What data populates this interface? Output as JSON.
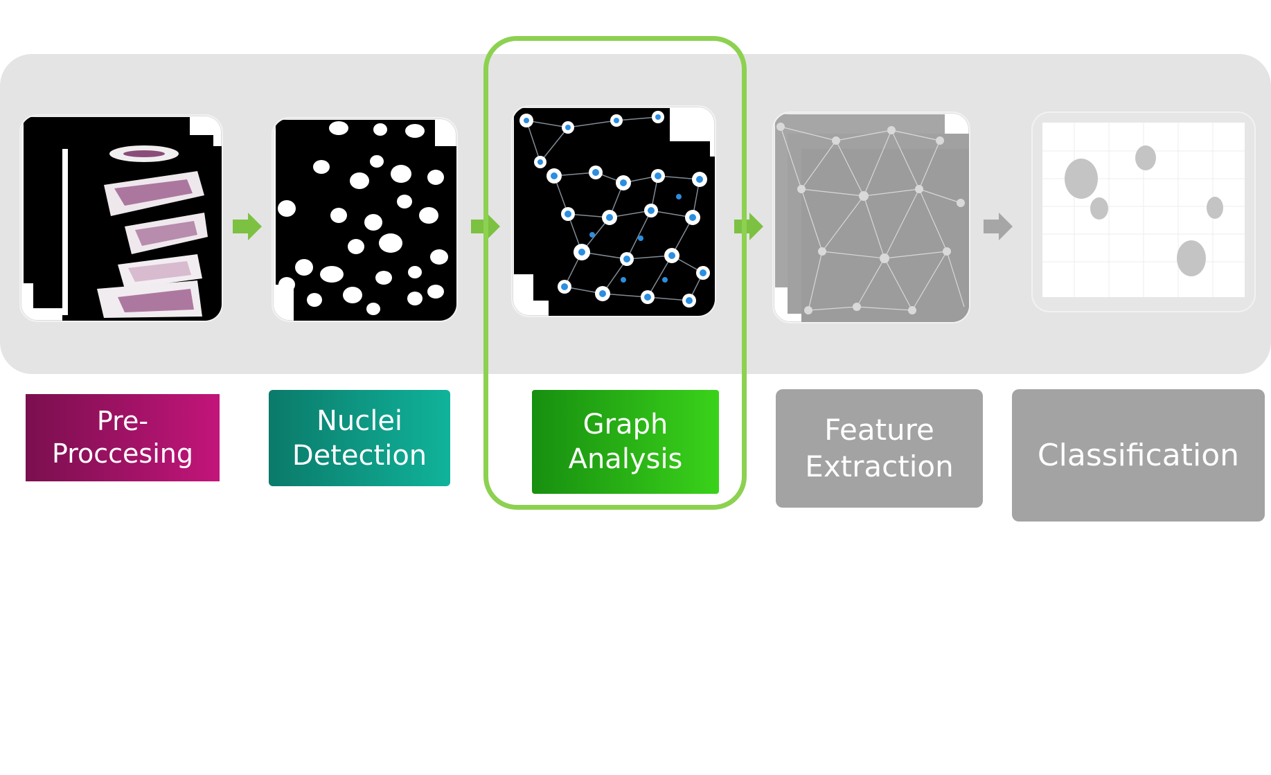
{
  "diagram": {
    "stages": [
      {
        "name": "pre-processing",
        "label": "Pre-\nProccesing",
        "color": "#a1125f"
      },
      {
        "name": "nuclei-detection",
        "label": "Nuclei\nDetection",
        "color": "#0e9c86"
      },
      {
        "name": "graph-analysis",
        "label": "Graph\nAnalysis",
        "color": "#28b116"
      },
      {
        "name": "feature-extraction",
        "label": "Feature\nExtraction",
        "color": "#a3a3a3"
      },
      {
        "name": "classification",
        "label": "Classification",
        "color": "#a3a3a3"
      }
    ],
    "highlighted_stage": "graph-analysis",
    "highlight_color": "#8cd150",
    "arrow_colors": {
      "active": "#7cc142",
      "inactive": "#a6a6a6"
    },
    "background_band_color": "#e4e4e4"
  }
}
